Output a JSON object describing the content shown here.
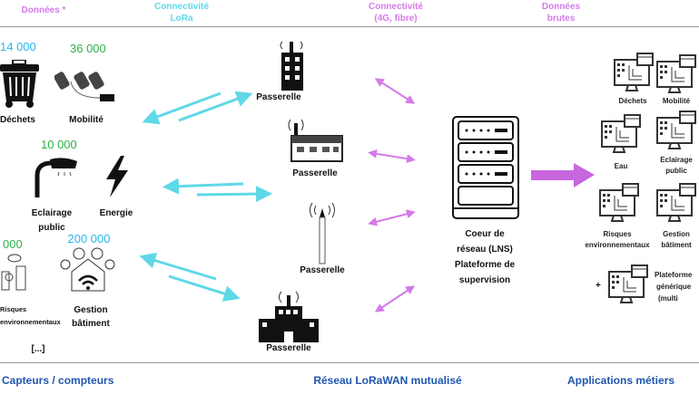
{
  "headers": {
    "data": "Données *",
    "lora": "Connectivité\nLoRa",
    "lora_1": "Connectivité",
    "lora_2": "LoRa",
    "net_1": "Connectivité",
    "net_2": "(4G, fibre)",
    "raw_1": "Données",
    "raw_2": "brutes"
  },
  "sensors": [
    {
      "label": "Déchets",
      "count": "14 000",
      "icon": "trash-bin-icon"
    },
    {
      "label": "Mobilité",
      "count": "36 000",
      "icon": "parking-sensor-icon"
    },
    {
      "label_1": "Eclairage",
      "label_2": "public",
      "count": "10 000",
      "icon": "street-lamp-icon"
    },
    {
      "label": "Energie",
      "icon": "lightning-icon"
    },
    {
      "label_1": "Risques",
      "label_2": "environnementaux",
      "count": "000",
      "icon": "environment-factory-icon"
    },
    {
      "label_1": "Gestion",
      "label_2": "bâtiment",
      "count": "200 000",
      "icon": "smart-building-icon"
    }
  ],
  "more": "[...]",
  "gateways": [
    "Passerelle",
    "Passerelle",
    "Passerelle",
    "Passerelle"
  ],
  "core": {
    "l1": "Coeur de",
    "l2": "réseau (LNS)",
    "l3": "Plateforme de",
    "l4": "supervision"
  },
  "apps": {
    "items": [
      "Déchets",
      "Mobilité",
      "Eau"
    ],
    "eclairage_1": "Eclairage",
    "eclairage_2": "public",
    "risques_1": "Risques",
    "risques_2": "environnementaux",
    "gestion_1": "Gestion",
    "gestion_2": "bâtiment",
    "plus": "+",
    "generic_1": "Plateforme",
    "generic_2": "générique",
    "generic_3": "(multi"
  },
  "footer": {
    "sensors": "Capteurs / compteurs",
    "network": "Réseau LoRaWAN mutualisé",
    "apps": "Applications métiers"
  },
  "colors": {
    "lora": "#5fd8e8",
    "network": "#d57ae8",
    "footer": "#1f56b0",
    "count_blue": "#29b6f0",
    "count_green": "#2bb34a"
  }
}
